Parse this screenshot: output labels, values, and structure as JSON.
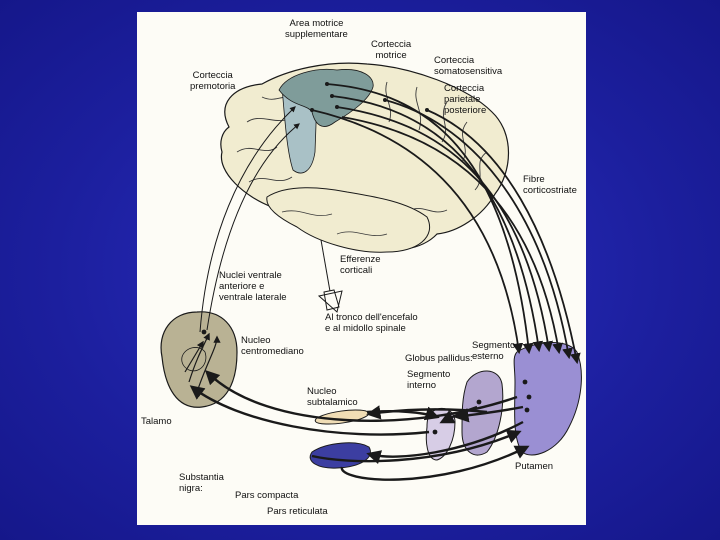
{
  "labels": {
    "area_motrice": "Area motrice\nsupplementare",
    "corteccia_motrice": "Corteccia\nmotrice",
    "corteccia_premotoria": "Corteccia\npremotoria",
    "corteccia_somatosensitiva": "Corteccia\nsomatosensitiva",
    "corteccia_parietale": "Corteccia\nparietale\nposteriore",
    "fibre_corticostriate": "Fibre\ncorticostriate",
    "efferenze_corticali": "Efferenze\ncorticali",
    "al_tronco": "Al tronco dell'encefalo\ne al midollo spinale",
    "nuclei_ventrale": "Nuclei ventrale\nanteriore e\nventrale laterale",
    "nucleo_centromediano": "Nucleo\ncentromediano",
    "globus_pallidus": "Globus pallidus:",
    "segmento_esterno": "Segmento\nesterno",
    "segmento_interno": "Segmento\ninterno",
    "nucleo_subtalamico": "Nucleo\nsubtalamico",
    "talamo": "Talamo",
    "substantia_nigra": "Substantia\nnigra:",
    "pars_compacta": "Pars compacta",
    "pars_reticulata": "Pars reticulata",
    "putamen": "Putamen"
  },
  "colors": {
    "background": "#1c1f9e",
    "panel": "#fdfcf6",
    "brain": "#f1ecd0",
    "motor_cortex": "#7f9c9a",
    "premotor_cortex": "#a9c1c6",
    "thalamus": "#b9b294",
    "putamen": "#9a8fd3",
    "globus_externus": "#b3a6cf",
    "globus_internus": "#d7cde6",
    "subthalamic": "#f0ddb5",
    "substantia_nigra": "#3c3ea1",
    "line": "#1a1a1a"
  }
}
